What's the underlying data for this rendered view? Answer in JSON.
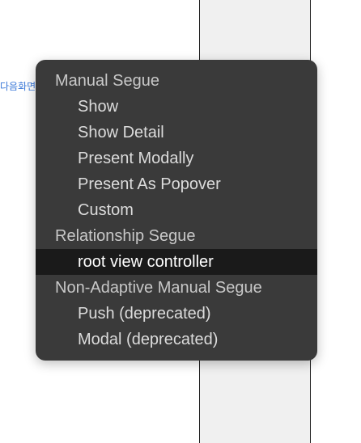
{
  "background": {
    "scene_label": "다음화면"
  },
  "menu": {
    "sections": [
      {
        "header": "Manual Segue",
        "items": [
          "Show",
          "Show Detail",
          "Present Modally",
          "Present As Popover",
          "Custom"
        ]
      },
      {
        "header": "Relationship Segue",
        "items": [
          "root view controller"
        ]
      },
      {
        "header": "Non-Adaptive Manual Segue",
        "items": [
          "Push (deprecated)",
          "Modal (deprecated)"
        ]
      }
    ],
    "highlighted_item": "root view controller"
  },
  "colors": {
    "menu_background": "#3a3a3a",
    "highlight": "#1a1a1a",
    "header_text": "#c8c8c8",
    "item_text": "#dcdcdc",
    "scene_label_text": "#3a78d8"
  }
}
